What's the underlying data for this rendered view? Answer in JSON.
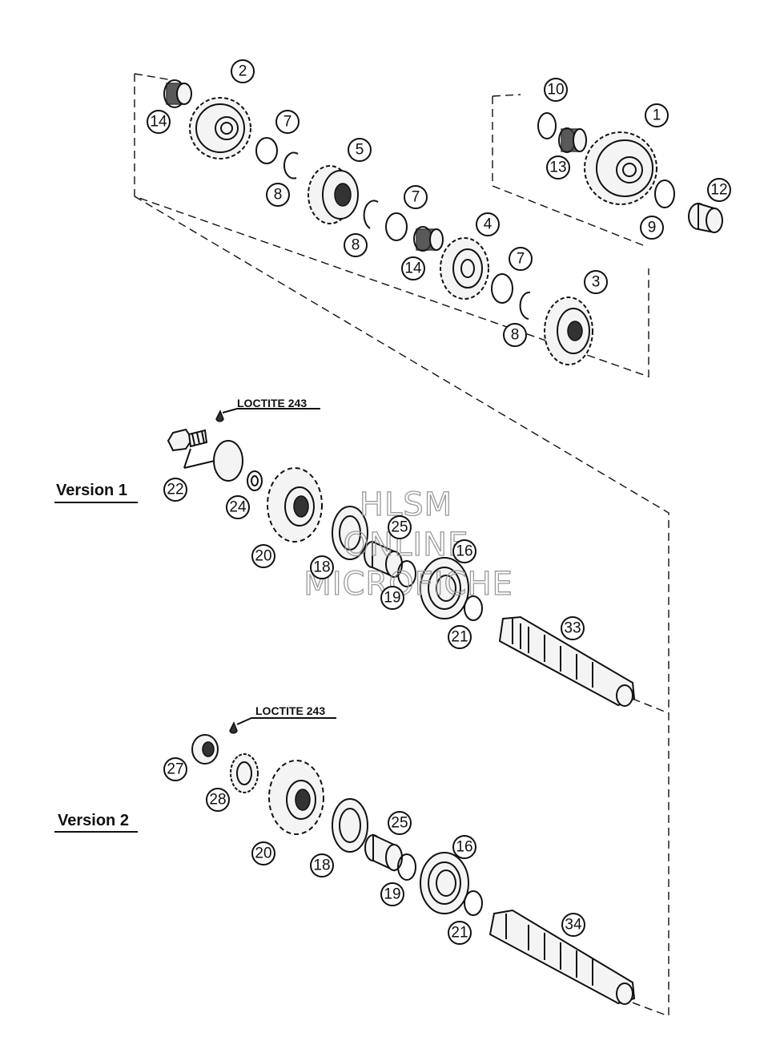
{
  "diagram": {
    "loctite_label": "LOCTITE 243",
    "version_1_label": "Version 1",
    "version_2_label": "Version 2",
    "watermark": [
      "HLSM",
      "ONLINE",
      "MICROFICHE"
    ]
  },
  "callouts": {
    "c1": "1",
    "c2": "2",
    "c3": "3",
    "c4": "4",
    "c5": "5",
    "c7a": "7",
    "c7b": "7",
    "c7c": "7",
    "c8a": "8",
    "c8b": "8",
    "c8c": "8",
    "c9": "9",
    "c10": "10",
    "c12": "12",
    "c13": "13",
    "c14a": "14",
    "c14b": "14",
    "c16a": "16",
    "c16b": "16",
    "c18a": "18",
    "c18b": "18",
    "c19a": "19",
    "c19b": "19",
    "c20a": "20",
    "c20b": "20",
    "c21a": "21",
    "c21b": "21",
    "c22": "22",
    "c24": "24",
    "c25a": "25",
    "c25b": "25",
    "c27": "27",
    "c28": "28",
    "c33": "33",
    "c34": "34"
  }
}
